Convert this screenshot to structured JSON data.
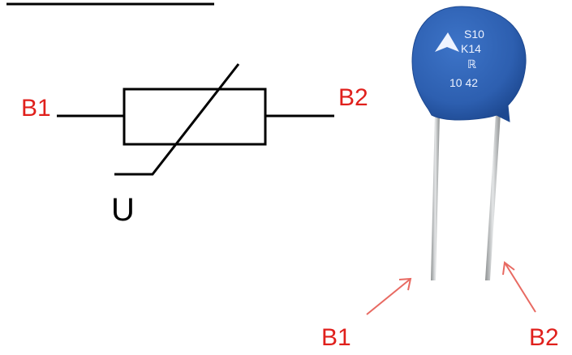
{
  "symbol": {
    "terminal_left": "B1",
    "terminal_right": "B2",
    "control_label": "U"
  },
  "component": {
    "marking_line1": "S10",
    "marking_line2": "K14",
    "marking_line3": "ℝ",
    "marking_line4": "10 42",
    "lead_left_label": "B1",
    "lead_right_label": "B2"
  },
  "colors": {
    "label_red": "#e0201c",
    "arrow_red": "#e86a62",
    "line_black": "#000000",
    "body_blue": "#2f63b6",
    "body_dark": "#1f4a93",
    "marking_white": "#eef3ff",
    "lead_grey": "#b9bcbd"
  }
}
